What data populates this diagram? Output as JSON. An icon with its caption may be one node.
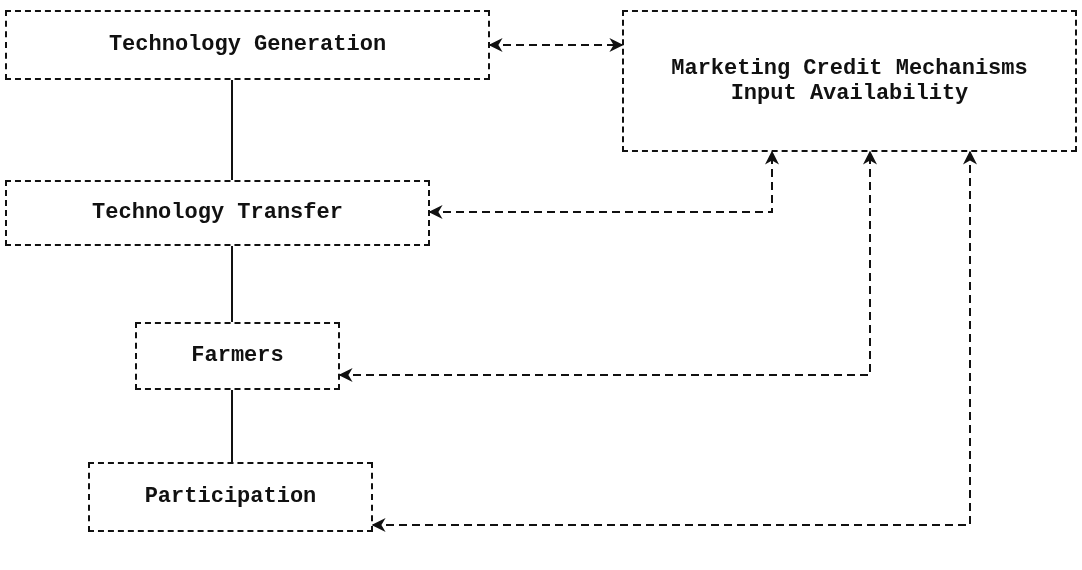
{
  "diagram": {
    "nodes": [
      {
        "text": [
          "Technology Generation"
        ]
      },
      {
        "text": [
          "Marketing Credit Mechanisms Input Availability"
        ]
      },
      {
        "text": [
          "Technology Transfer"
        ]
      },
      {
        "text": [
          "Farmers"
        ]
      },
      {
        "text": [
          "Participation"
        ]
      }
    ],
    "edges": [
      {
        "from": 0,
        "to": 1,
        "arrow": "both",
        "style": "dashed"
      },
      {
        "from": 0,
        "to": 2,
        "arrow": "none"
      },
      {
        "from": 2,
        "to": 3,
        "arrow": "none"
      },
      {
        "from": 3,
        "to": 4,
        "arrow": "none"
      },
      {
        "from": 2,
        "to": 1,
        "arrow": "both",
        "style": "dashed"
      },
      {
        "from": 3,
        "to": 1,
        "arrow": "both",
        "style": "dashed"
      },
      {
        "from": 4,
        "to": 1,
        "arrow": "both",
        "style": "dashed"
      }
    ]
  }
}
